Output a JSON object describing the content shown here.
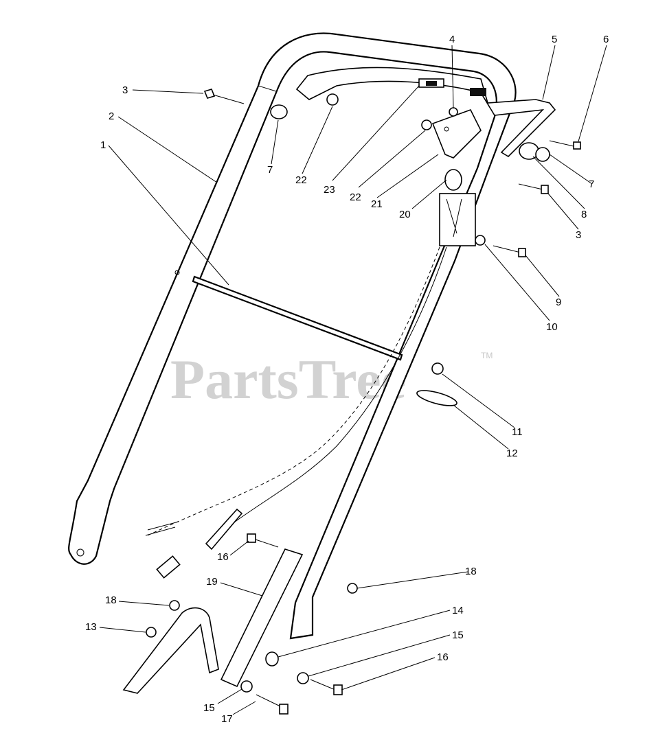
{
  "watermark": {
    "text": "PartsTree",
    "tm": "TM"
  },
  "callouts": [
    {
      "id": "c-3a",
      "text": "3"
    },
    {
      "id": "c-2",
      "text": "2"
    },
    {
      "id": "c-1",
      "text": "1"
    },
    {
      "id": "c-7a",
      "text": "7"
    },
    {
      "id": "c-22a",
      "text": "22"
    },
    {
      "id": "c-23",
      "text": "23"
    },
    {
      "id": "c-22b",
      "text": "22"
    },
    {
      "id": "c-21",
      "text": "21"
    },
    {
      "id": "c-20",
      "text": "20"
    },
    {
      "id": "c-4",
      "text": "4"
    },
    {
      "id": "c-5",
      "text": "5"
    },
    {
      "id": "c-6",
      "text": "6"
    },
    {
      "id": "c-7b",
      "text": "7"
    },
    {
      "id": "c-8",
      "text": "8"
    },
    {
      "id": "c-3b",
      "text": "3"
    },
    {
      "id": "c-9",
      "text": "9"
    },
    {
      "id": "c-10",
      "text": "10"
    },
    {
      "id": "c-11",
      "text": "11"
    },
    {
      "id": "c-12",
      "text": "12"
    },
    {
      "id": "c-18a",
      "text": "18"
    },
    {
      "id": "c-16a",
      "text": "16"
    },
    {
      "id": "c-19",
      "text": "19"
    },
    {
      "id": "c-18b",
      "text": "18"
    },
    {
      "id": "c-13",
      "text": "13"
    },
    {
      "id": "c-14",
      "text": "14"
    },
    {
      "id": "c-15a",
      "text": "15"
    },
    {
      "id": "c-16b",
      "text": "16"
    },
    {
      "id": "c-15b",
      "text": "15"
    },
    {
      "id": "c-17",
      "text": "17"
    }
  ]
}
